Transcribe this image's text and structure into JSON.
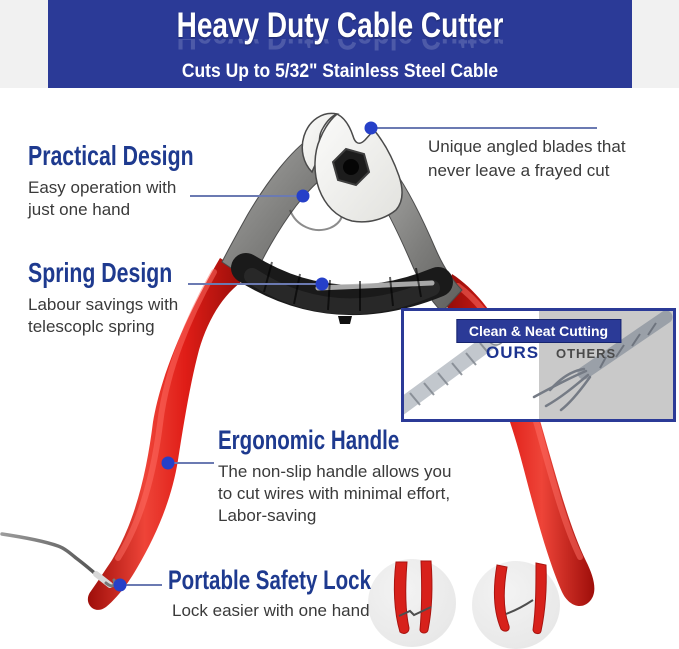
{
  "banner": {
    "title": "Heavy Duty Cable Cutter",
    "subtitle": "Cuts Up to 5/32\" Stainless Steel Cable"
  },
  "callouts": {
    "practical": {
      "title": "Practical Design",
      "lines": [
        "Easy operation with",
        "just one hand"
      ]
    },
    "spring": {
      "title": "Spring Design",
      "lines": [
        "Labour savings with",
        "telescoplc spring"
      ]
    },
    "blades": {
      "lines": [
        "Unique angled blades that",
        "never leave a frayed cut"
      ]
    },
    "ergonomic": {
      "title": "Ergonomic Handle",
      "lines": [
        "The non-slip handle allows you",
        "to cut wires with minimal effort,",
        "Labor-saving"
      ]
    },
    "portable": {
      "title": "Portable Safety Lock",
      "lines": [
        "Lock easier with one hand"
      ]
    }
  },
  "inset": {
    "title": "Clean & Neat Cutting",
    "left_label": "OURS",
    "right_label": "OTHERS"
  },
  "colors": {
    "banner_blue": "#2b3a97",
    "heading_navy": "#1e3a8f",
    "leader_dot_blue": "#2640c8",
    "leader_line_slate": "#6b7ab2",
    "handle_red": "#e01d17",
    "metal_gray": "#8a8a88",
    "inset_gray": "#c9c9c9"
  }
}
